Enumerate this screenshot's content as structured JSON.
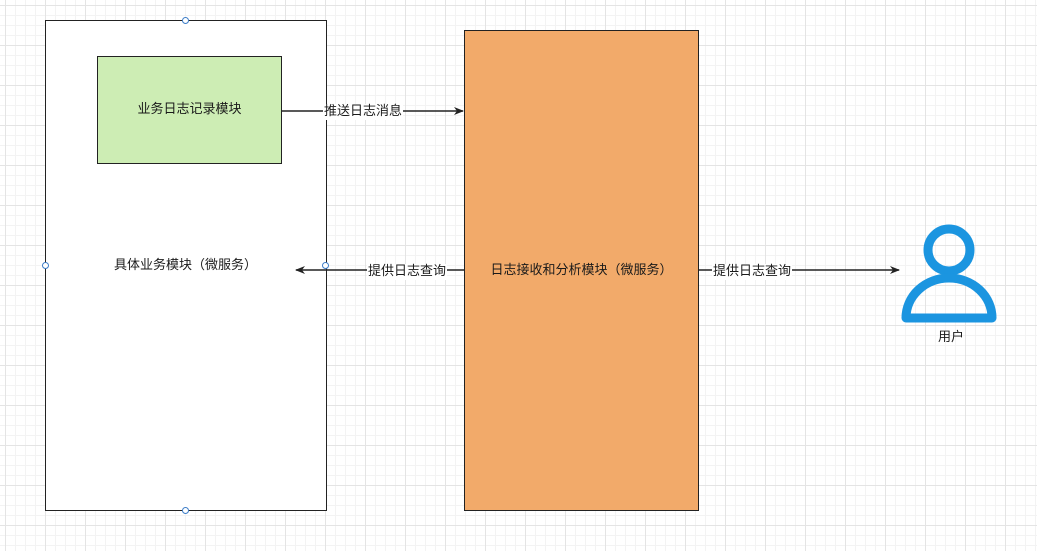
{
  "nodes": {
    "service_container": {
      "label": "具体业务模块（微服务）"
    },
    "log_module": {
      "label": "业务日志记录模块",
      "fill": "#cdedb4"
    },
    "log_service": {
      "label": "日志接收和分析模块（微服务）",
      "fill": "#f2aa6a"
    },
    "user": {
      "label": "用户",
      "icon": "user-icon",
      "color": "#1b95e0"
    }
  },
  "edges": {
    "push": {
      "label": "推送日志消息"
    },
    "query_to_service": {
      "label": "提供日志查询"
    },
    "query_to_user": {
      "label": "提供日志查询"
    }
  }
}
